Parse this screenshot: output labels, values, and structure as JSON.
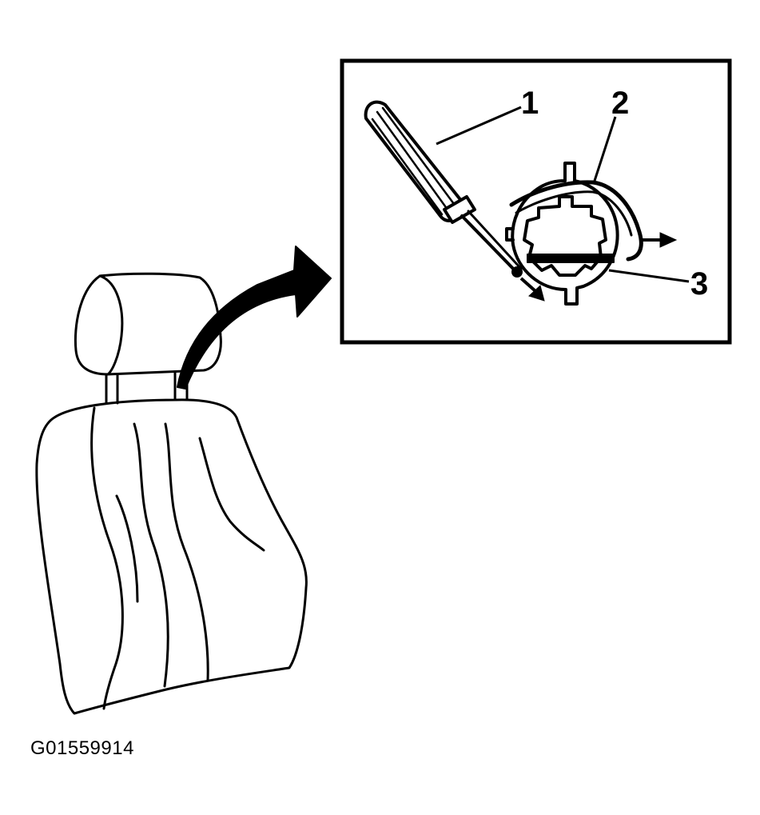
{
  "figure": {
    "id_label": "G01559914"
  },
  "callouts": {
    "c1": "1",
    "c2": "2",
    "c3": "3"
  },
  "icons": {
    "tool": "screwdriver-icon",
    "part": "headrest-guide-icon",
    "seat": "seat-back-icon"
  },
  "colors": {
    "line": "#000000",
    "background": "#ffffff"
  }
}
